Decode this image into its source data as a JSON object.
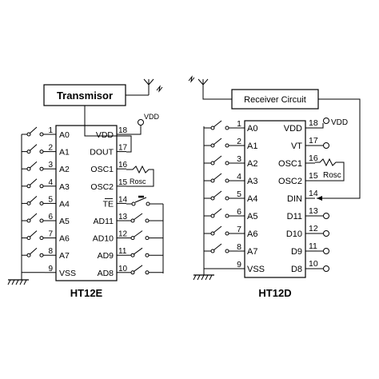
{
  "transmitter": {
    "block_label": "Transmisor",
    "chip_name": "HT12E",
    "vdd_label": "VDD",
    "rosc_label": "Rosc",
    "left_pins": [
      {
        "num": "1",
        "name": "A0"
      },
      {
        "num": "2",
        "name": "A1"
      },
      {
        "num": "3",
        "name": "A2"
      },
      {
        "num": "4",
        "name": "A3"
      },
      {
        "num": "5",
        "name": "A4"
      },
      {
        "num": "6",
        "name": "A5"
      },
      {
        "num": "7",
        "name": "A6"
      },
      {
        "num": "8",
        "name": "A7"
      },
      {
        "num": "9",
        "name": "VSS"
      }
    ],
    "right_pins": [
      {
        "num": "18",
        "name": "VDD"
      },
      {
        "num": "17",
        "name": "DOUT"
      },
      {
        "num": "16",
        "name": "OSC1"
      },
      {
        "num": "15",
        "name": "OSC2"
      },
      {
        "num": "14",
        "name": "TE"
      },
      {
        "num": "13",
        "name": "AD11"
      },
      {
        "num": "12",
        "name": "AD10"
      },
      {
        "num": "11",
        "name": "AD9"
      },
      {
        "num": "10",
        "name": "AD8"
      }
    ]
  },
  "receiver": {
    "block_label": "Receiver Circuit",
    "chip_name": "HT12D",
    "vdd_label": "VDD",
    "rosc_label": "Rosc",
    "left_pins": [
      {
        "num": "1",
        "name": "A0"
      },
      {
        "num": "2",
        "name": "A1"
      },
      {
        "num": "3",
        "name": "A2"
      },
      {
        "num": "4",
        "name": "A3"
      },
      {
        "num": "5",
        "name": "A4"
      },
      {
        "num": "6",
        "name": "A5"
      },
      {
        "num": "7",
        "name": "A6"
      },
      {
        "num": "8",
        "name": "A7"
      },
      {
        "num": "9",
        "name": "VSS"
      }
    ],
    "right_pins": [
      {
        "num": "18",
        "name": "VDD"
      },
      {
        "num": "17",
        "name": "VT"
      },
      {
        "num": "16",
        "name": "OSC1"
      },
      {
        "num": "15",
        "name": "OSC2"
      },
      {
        "num": "14",
        "name": "DIN"
      },
      {
        "num": "13",
        "name": "D11"
      },
      {
        "num": "12",
        "name": "D10"
      },
      {
        "num": "11",
        "name": "D9"
      },
      {
        "num": "10",
        "name": "D8"
      }
    ]
  }
}
